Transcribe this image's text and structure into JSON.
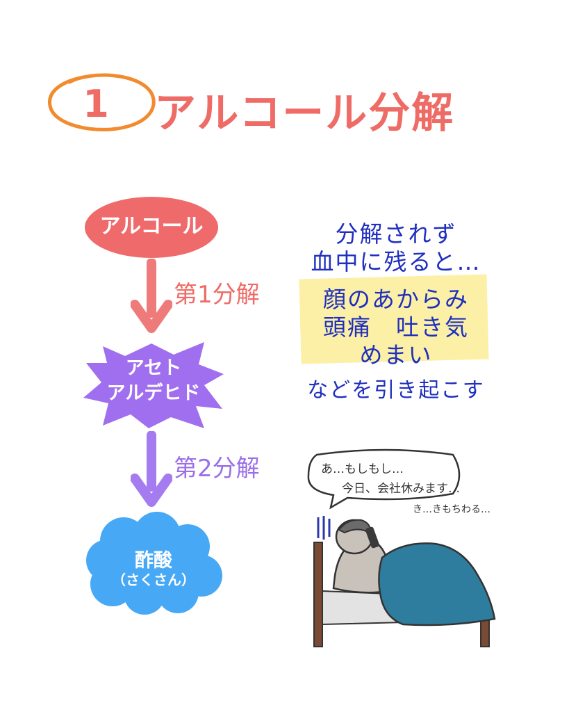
{
  "title": {
    "number": "1",
    "text": "アルコール分解"
  },
  "flow": {
    "alcohol": "アルコール",
    "step1_label": "第1分解",
    "acetaldehyde_line1": "アセト",
    "acetaldehyde_line2": "アルデヒド",
    "step2_label": "第2分解",
    "acetic_acid": "酢酸",
    "acetic_acid_reading": "（さくさん）"
  },
  "notes": {
    "line1": "分解されず",
    "line2": "血中に残ると…",
    "symptom1": "顔のあからみ",
    "symptom2": "頭痛　吐き気",
    "symptom3": "めまい",
    "conclusion": "などを引き起こす"
  },
  "illustration": {
    "speech_line1": "あ…もしもし…",
    "speech_line2": "今日、会社休みます…",
    "mumble": "き…きもちわる…"
  },
  "colors": {
    "title": "#ef6b66",
    "circle_outline": "#f28a2e",
    "alcohol_node": "#ef6b6b",
    "arrow1": "#ef7a7a",
    "acetaldehyde_node": "#a06ff0",
    "arrow2": "#a57cf0",
    "acetic_acid_node": "#47a8f5",
    "note_text": "#1f2fbf",
    "highlight": "#fbf0a6"
  }
}
